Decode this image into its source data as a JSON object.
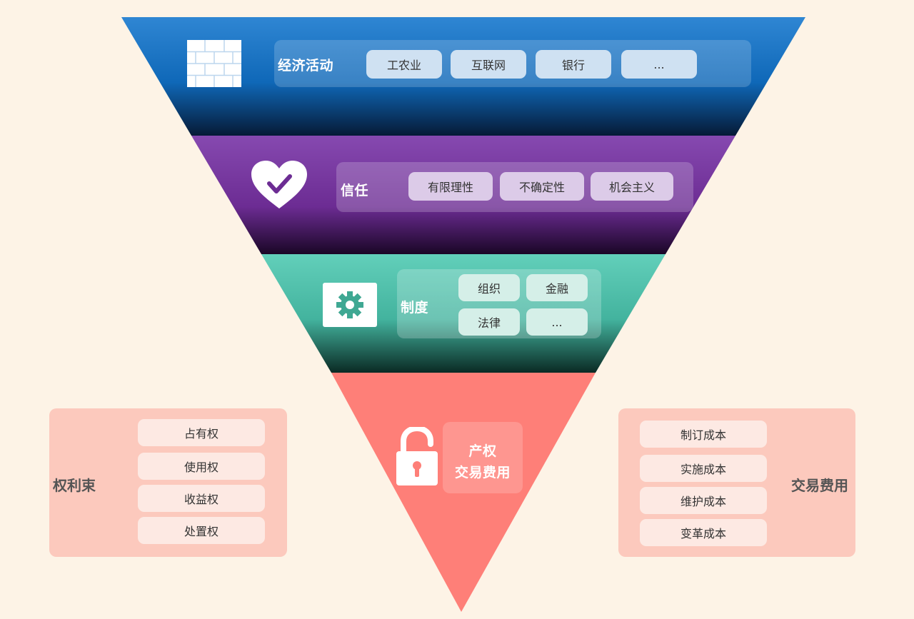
{
  "tiers": [
    {
      "label": "经济活动",
      "icon": "brick-wall-icon",
      "items": [
        "工农业",
        "互联网",
        "银行",
        "..."
      ]
    },
    {
      "label": "信任",
      "icon": "heart-check-icon",
      "items": [
        "有限理性",
        "不确定性",
        "机会主义"
      ]
    },
    {
      "label": "制度",
      "icon": "gear-icon",
      "items": [
        "组织",
        "金融",
        "法律",
        "..."
      ]
    },
    {
      "label_line1": "产权",
      "label_line2": "交易费用",
      "icon": "unlocked-padlock-icon"
    }
  ],
  "left_panel": {
    "title": "权利束",
    "items": [
      "占有权",
      "使用权",
      "收益权",
      "处置权"
    ]
  },
  "right_panel": {
    "title": "交易费用",
    "items": [
      "制订成本",
      "实施成本",
      "维护成本",
      "变革成本"
    ]
  },
  "colors": {
    "background": "#fdf3e6",
    "tier1": "#1877c9",
    "tier2": "#7a3fa6",
    "tier3": "#4fc0aa",
    "tier4": "#fe7f78",
    "side_panel": "#fcc9bd"
  }
}
